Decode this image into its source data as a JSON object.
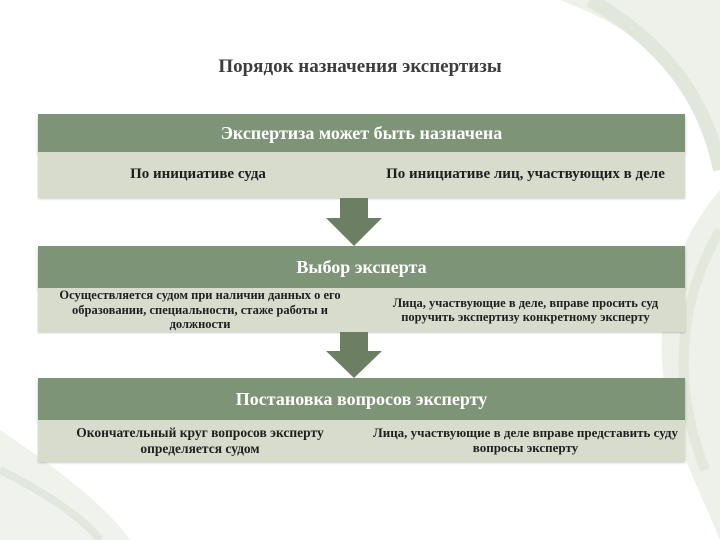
{
  "title": "Порядок назначения экспертизы",
  "colors": {
    "header": "#7d9476",
    "row": "#d7dccd",
    "arrow": "#6d7f63",
    "title": "#3d3d3d",
    "decor": "#e6ebe1"
  },
  "blocks": [
    {
      "header": "Экспертиза может быть назначена",
      "left": "По инициативе суда",
      "right": "По инициативе лиц, участвующих в деле"
    },
    {
      "header": "Выбор эксперта",
      "left": "Осуществляется судом при наличии данных о его образовании, специальности, стаже работы и должности",
      "right": "Лица, участвующие в деле, вправе просить суд поручить экспертизу конкретному эксперту"
    },
    {
      "header": "Постановка вопросов эксперту",
      "left": "Окончательный круг вопросов эксперту определяется судом",
      "right": "Лица, участвующие в деле вправе представить суду вопросы эксперту"
    }
  ]
}
